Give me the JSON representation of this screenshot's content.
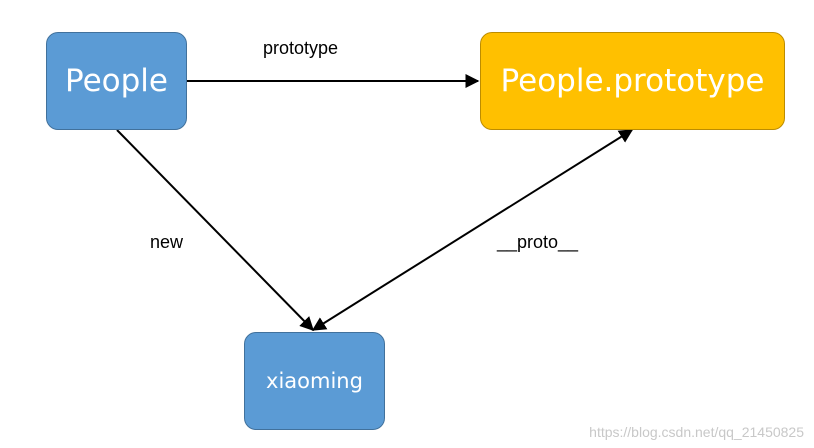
{
  "nodes": {
    "people": {
      "label": "People",
      "color": "#5b9bd5"
    },
    "people_prototype": {
      "label": "People.prototype",
      "color": "#ffc000"
    },
    "xiaoming": {
      "label": "xiaoming",
      "color": "#5b9bd5"
    }
  },
  "edges": {
    "prototype": {
      "label": "prototype",
      "from": "People",
      "to": "People.prototype"
    },
    "new": {
      "label": "new",
      "from": "People",
      "to": "xiaoming"
    },
    "proto": {
      "label": "__proto__",
      "from": "xiaoming",
      "to": "People.prototype"
    }
  },
  "watermark": "https://blog.csdn.net/qq_21450825"
}
